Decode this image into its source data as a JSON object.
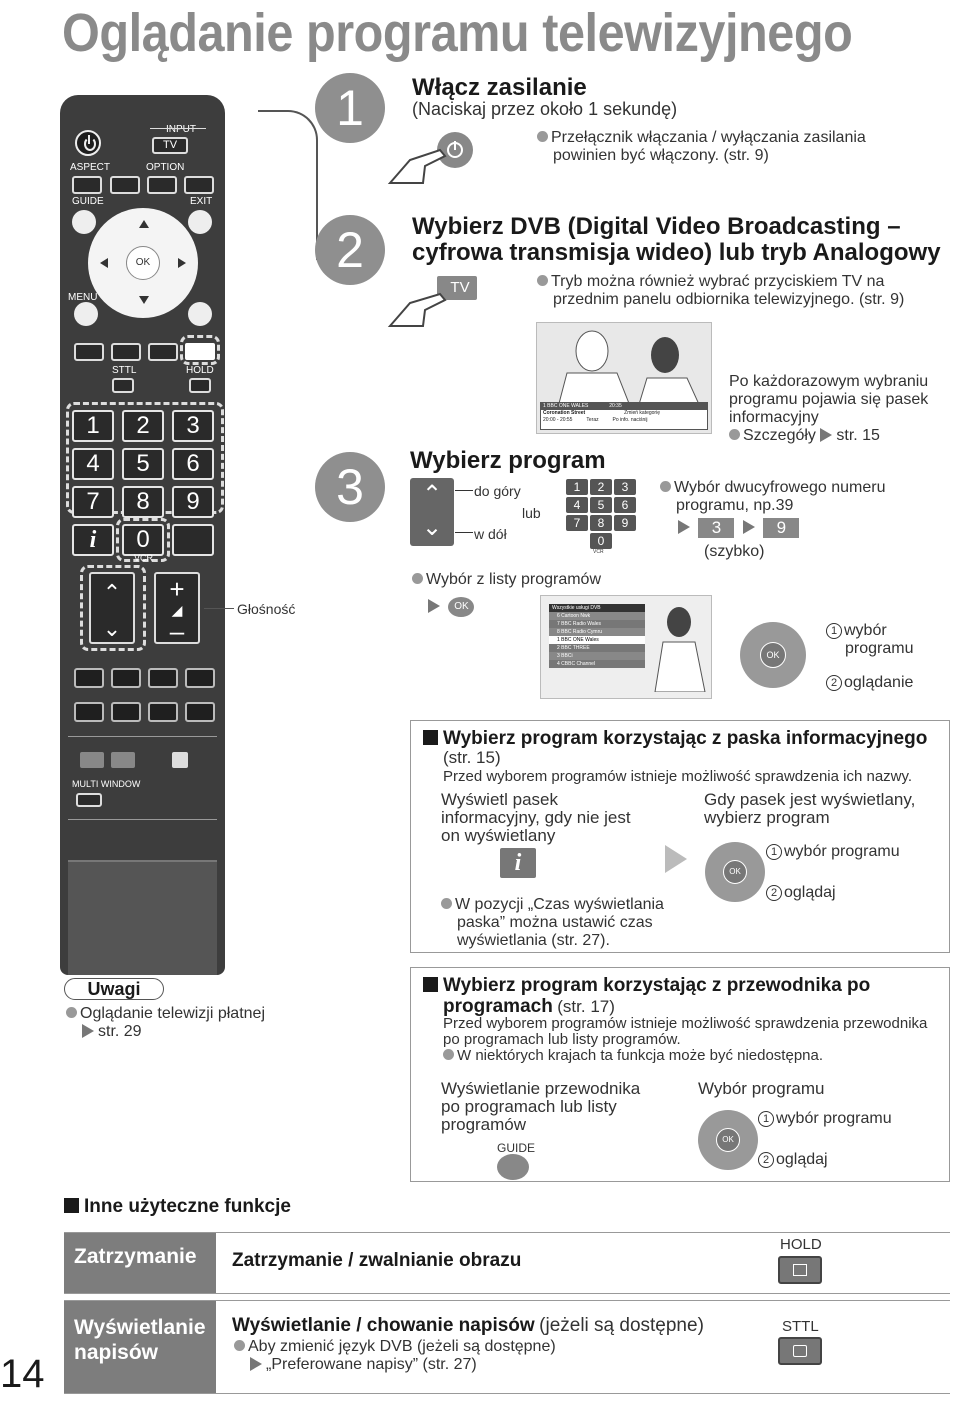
{
  "page": {
    "title": "Oglądanie programu telewizyjnego",
    "page_number": "14"
  },
  "remote": {
    "labels": {
      "input": "INPUT",
      "tv": "TV",
      "aspect": "ASPECT",
      "option": "OPTION",
      "guide": "GUIDE",
      "exit": "EXIT",
      "ok": "OK",
      "menu": "MENU",
      "sttl": "STTL",
      "hold": "HOLD",
      "vcr": "VCR",
      "multiwindow": "MULTI WINDOW"
    },
    "number_keys": [
      "1",
      "2",
      "3",
      "4",
      "5",
      "6",
      "7",
      "8",
      "9",
      "i",
      "0"
    ],
    "volume_label": "Głośność"
  },
  "steps": [
    {
      "number": "1",
      "title": "Włącz zasilanie",
      "subtitle": "(Naciskaj przez około 1 sekundę)",
      "note_line1": "Przełącznik włączania / wyłączania zasilania",
      "note_line2": "powinien być włączony. (str. 9)"
    },
    {
      "number": "2",
      "title_line1": "Wybierz DVB (Digital Video Broadcasting –",
      "title_line2": "cyfrowa transmisja wideo) lub tryb Analogowy",
      "button_label": "TV",
      "note_line1": "Tryb można również wybrać przyciskiem TV na",
      "note_line2": "przednim panelu odbiornika telewizyjnego. (str. 9)"
    },
    {
      "number": "3",
      "title": "Wybierz program",
      "up_label": "do góry",
      "down_label": "w dół",
      "or_label": "lub",
      "info_line1": "Po każdorazowym wybraniu",
      "info_line2": "programu pojawia się pasek",
      "info_line3": "informacyjny",
      "info_details": "Szczegóły",
      "info_page": "str. 15",
      "two_digit_line1": "Wybór dwucyfrowego numeru",
      "two_digit_line2": "programu, np.39",
      "example_key_a": "3",
      "example_key_b": "9",
      "quick": "(szybko)",
      "list_title": "Wybór z listy programów",
      "ok_label": "OK",
      "select_program": "wybór",
      "select_program2": "programu",
      "watch": "oglądanie",
      "banner": {
        "channel": "1 BBC ONE WALES",
        "time": "20:35",
        "show": "Coronation Street",
        "hours": "20:00 - 20:55",
        "now": "Teraz",
        "change_cat": "Zmień kategorię",
        "info_press": "Po info. naciśnij"
      },
      "service_list": {
        "header": "Wszystkie usługi DVB",
        "rows": [
          "6  Cartoon Nwk",
          "7  BBC Radio Wales",
          "8  BBC Radio Cymru",
          "1  BBC ONE Wales",
          "2  BBC THREE",
          "3  BBCi",
          "4  CBBC Channel"
        ]
      }
    }
  ],
  "info_section": {
    "heading": "Wybierz program korzystając z paska informacyjnego",
    "heading_page": "(str. 15)",
    "desc": "Przed wyborem programów istnieje możliwość sprawdzenia ich nazwy.",
    "left_line1": "Wyświetl pasek",
    "left_line2": "informacyjny, gdy nie jest",
    "left_line3": "on wyświetlany",
    "right_line1": "Gdy pasek jest wyświetlany,",
    "right_line2": "wybierz program",
    "select": "wybór programu",
    "watch": "oglądaj",
    "note_line1": "W pozycji „Czas wyświetlania",
    "note_line2": "paska” można ustawić czas",
    "note_line3": "wyświetlania (str. 27)."
  },
  "guide_section": {
    "heading_line1": "Wybierz program korzystając z przewodnika po",
    "heading_line2": "programach",
    "heading_page": "(str. 17)",
    "desc_line1": "Przed wyborem programów istnieje możliwość sprawdzenia przewodnika",
    "desc_line2": "po programach lub listy programów.",
    "note": "W niektórych krajach ta funkcja może być niedostępna.",
    "left_line1": "Wyświetlanie przewodnika",
    "left_line2": "po programach lub listy",
    "left_line3": "programów",
    "guide_label": "GUIDE",
    "right_title": "Wybór programu",
    "select": "wybór programu",
    "watch": "oglądaj"
  },
  "notes": {
    "title": "Uwagi",
    "line1": "Oglądanie telewizji płatnej",
    "line2": "str. 29"
  },
  "other_functions": {
    "heading": "Inne użyteczne funkcje",
    "items": [
      {
        "tab": "Zatrzymanie",
        "title": "Zatrzymanie / zwalnianie obrazu",
        "button_label": "HOLD"
      },
      {
        "tab_line1": "Wyświetlanie",
        "tab_line2": "napisów",
        "title": "Wyświetlanie / chowanie napisów",
        "title_suffix": "(jeżeli są dostępne)",
        "note_line1": "Aby zmienić język DVB (jeżeli są dostępne)",
        "note_line2": "„Preferowane napisy” (str. 27)",
        "button_label": "STTL"
      }
    ]
  },
  "colors": {
    "title_grey": "#8a8a8a",
    "remote_body": "#3d3d3d",
    "step_circle": "#8f8f8f",
    "tab_grey": "#7d7d7d"
  }
}
